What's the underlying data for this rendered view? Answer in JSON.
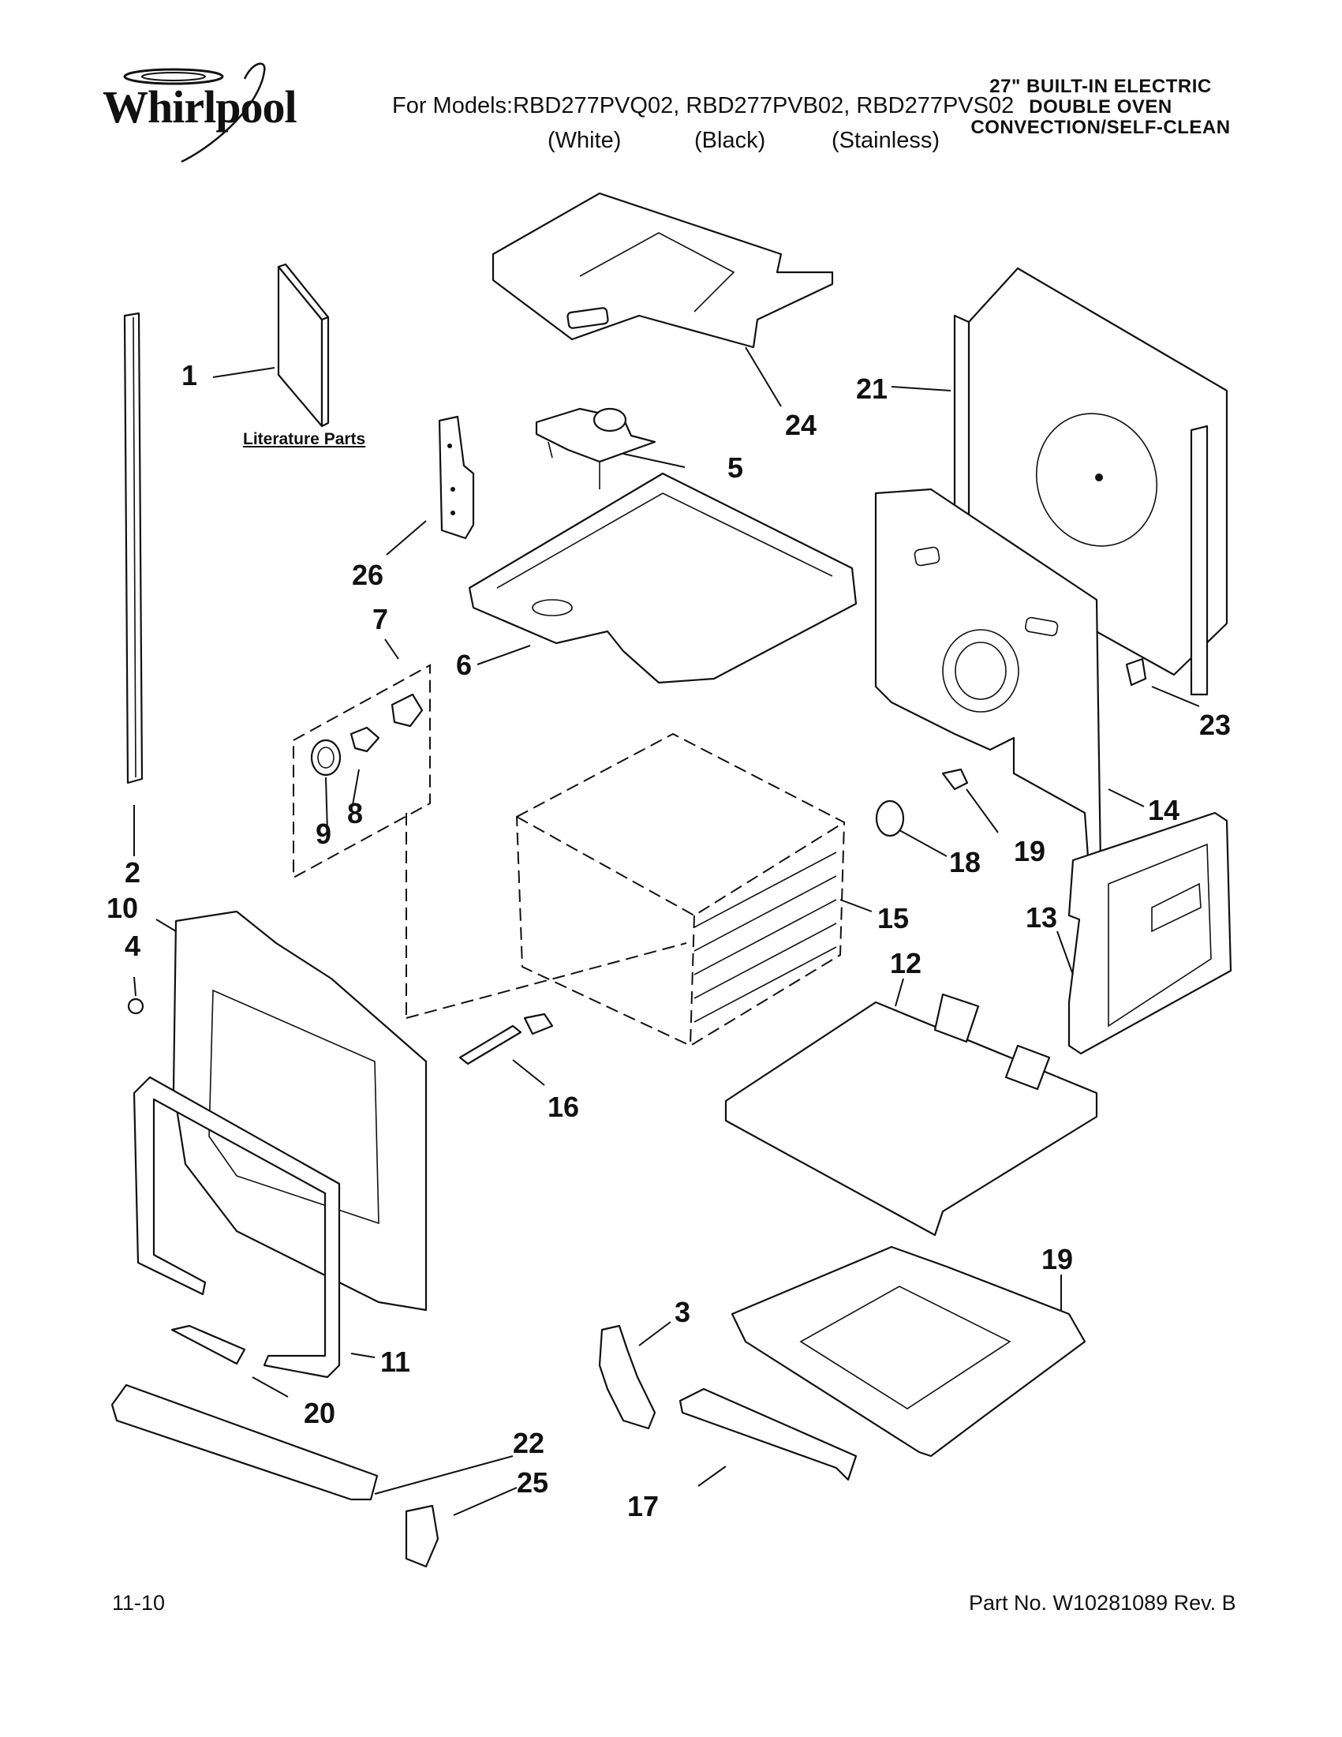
{
  "brand": {
    "name": "Whirlpool"
  },
  "header": {
    "models_label": "For Models:RBD277PVQ02, RBD277PVB02, RBD277PVS02",
    "color_white": "(White)",
    "color_black": "(Black)",
    "color_stainless": "(Stainless)",
    "title_line1": "27\" BUILT-IN ELECTRIC",
    "title_line2": "DOUBLE OVEN",
    "title_line3": "CONVECTION/SELF-CLEAN"
  },
  "literature_label": "Literature Parts",
  "callouts": {
    "c1": "1",
    "c2": "2",
    "c3": "3",
    "c4": "4",
    "c5": "5",
    "c6": "6",
    "c7": "7",
    "c8": "8",
    "c9": "9",
    "c10": "10",
    "c11": "11",
    "c12": "12",
    "c13": "13",
    "c14": "14",
    "c15": "15",
    "c16": "16",
    "c17": "17",
    "c18": "18",
    "c19a": "19",
    "c19b": "19",
    "c20": "20",
    "c21": "21",
    "c22": "22",
    "c23": "23",
    "c24": "24",
    "c25": "25",
    "c26": "26"
  },
  "footer": {
    "date": "11-10",
    "part_no": "Part No. W10281089 Rev. B"
  }
}
